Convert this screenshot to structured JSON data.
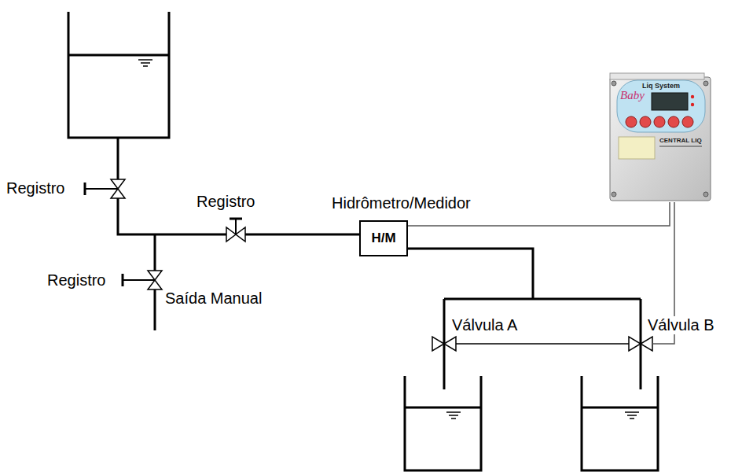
{
  "diagram": {
    "nodes": [
      {
        "text": [
          "Hidrômetro/Medidor",
          "H/M"
        ]
      },
      {
        "text": [
          "Liq System",
          "Baby",
          "CENTRAL LIQ"
        ]
      }
    ],
    "edges": [
      {
        "from": 0,
        "to": 1,
        "arrow": "none"
      }
    ],
    "labels": [
      "Registro",
      "Registro",
      "Registro",
      "Saída Manual",
      "Válvula A",
      "Válvula B"
    ]
  }
}
